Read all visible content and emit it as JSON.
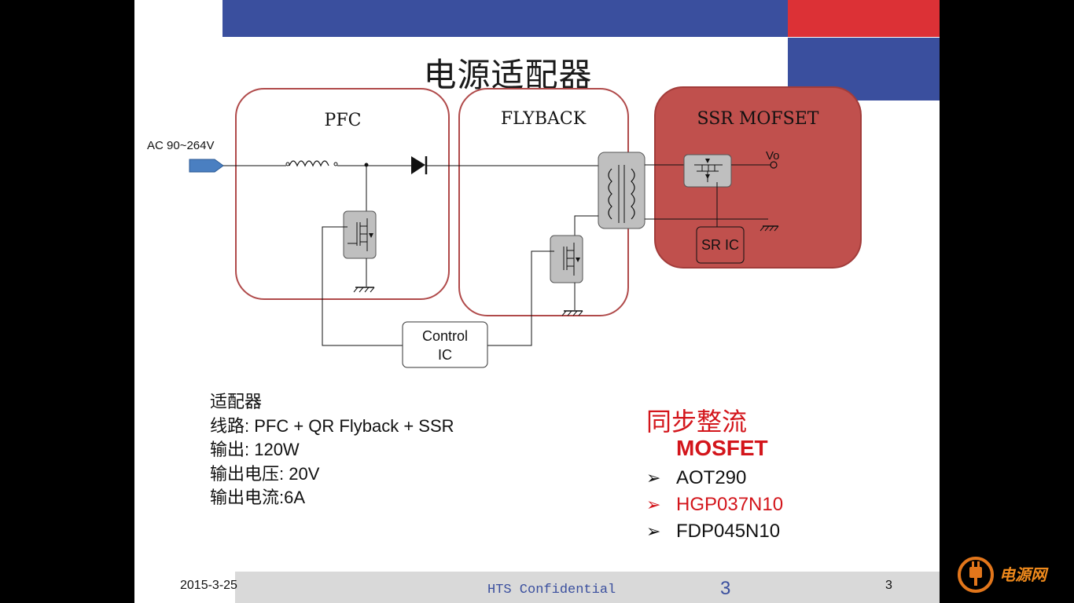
{
  "slide": {
    "title": "电源适配器",
    "colors": {
      "band_blue": "#3a4f9e",
      "band_red": "#dc3136",
      "accent_red": "#d3151b"
    }
  },
  "diagram": {
    "input_label": "AC 90~264V",
    "pfc_label": "PFC",
    "flyback_label": "FLYBACK",
    "ssr_label": "SSR MOFSET",
    "output_label": "Vo",
    "sr_ic_label": "SR IC",
    "control_ic_line1": "Control",
    "control_ic_line2": "IC"
  },
  "description": {
    "line1": "适配器",
    "line2": "线路: PFC + QR Flyback + SSR",
    "line3": "输出: 120W",
    "line4": "输出电压: 20V",
    "line5": "输出电流:6A"
  },
  "sync": {
    "title": "同步整流",
    "subtitle": "MOSFET",
    "items": [
      {
        "label": "AOT290",
        "color": "#111111"
      },
      {
        "label": "HGP037N10",
        "color": "#d3151b"
      },
      {
        "label": "FDP045N10",
        "color": "#111111"
      }
    ]
  },
  "footer": {
    "date": "2015-3-25",
    "confidential": "HTS Confidential",
    "page_big": "3",
    "page_small": "3"
  },
  "watermark": {
    "text": "电源网",
    "icon": "plug-icon"
  }
}
